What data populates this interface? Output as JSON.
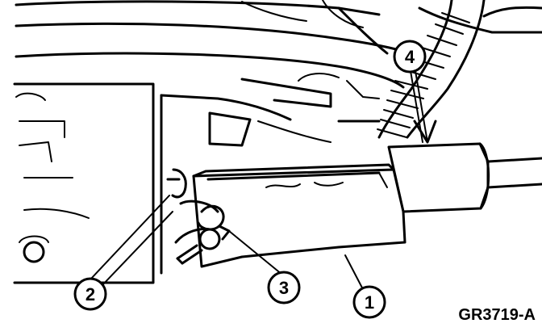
{
  "figure": {
    "code": "GR3719-A"
  },
  "callouts": [
    {
      "id": "1",
      "label": "1"
    },
    {
      "id": "2",
      "label": "2"
    },
    {
      "id": "3",
      "label": "3"
    },
    {
      "id": "4",
      "label": "4"
    }
  ],
  "colors": {
    "line": "#000000",
    "background": "#ffffff"
  }
}
